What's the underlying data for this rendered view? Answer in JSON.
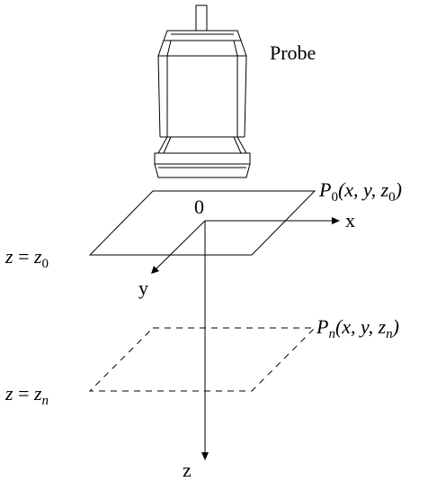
{
  "probe": {
    "label": "Probe"
  },
  "origin": {
    "label": "0"
  },
  "axes": {
    "x": "x",
    "y": "y",
    "z": "z"
  },
  "plane0": {
    "point_label": "P",
    "point_sub": "0",
    "point_args_pre": "(x, y, z",
    "point_args_sub": "0",
    "point_args_post": ")",
    "eq_var": "z",
    "eq_sign": " = ",
    "eq_rhs": "z",
    "eq_sub": "0"
  },
  "planeN": {
    "point_label": "P",
    "point_sub": "n",
    "point_args_pre": "(x, y, z",
    "point_args_sub": "n",
    "point_args_post": ")",
    "eq_var": "z",
    "eq_sign": " = ",
    "eq_rhs": "z",
    "eq_sub": "n"
  }
}
